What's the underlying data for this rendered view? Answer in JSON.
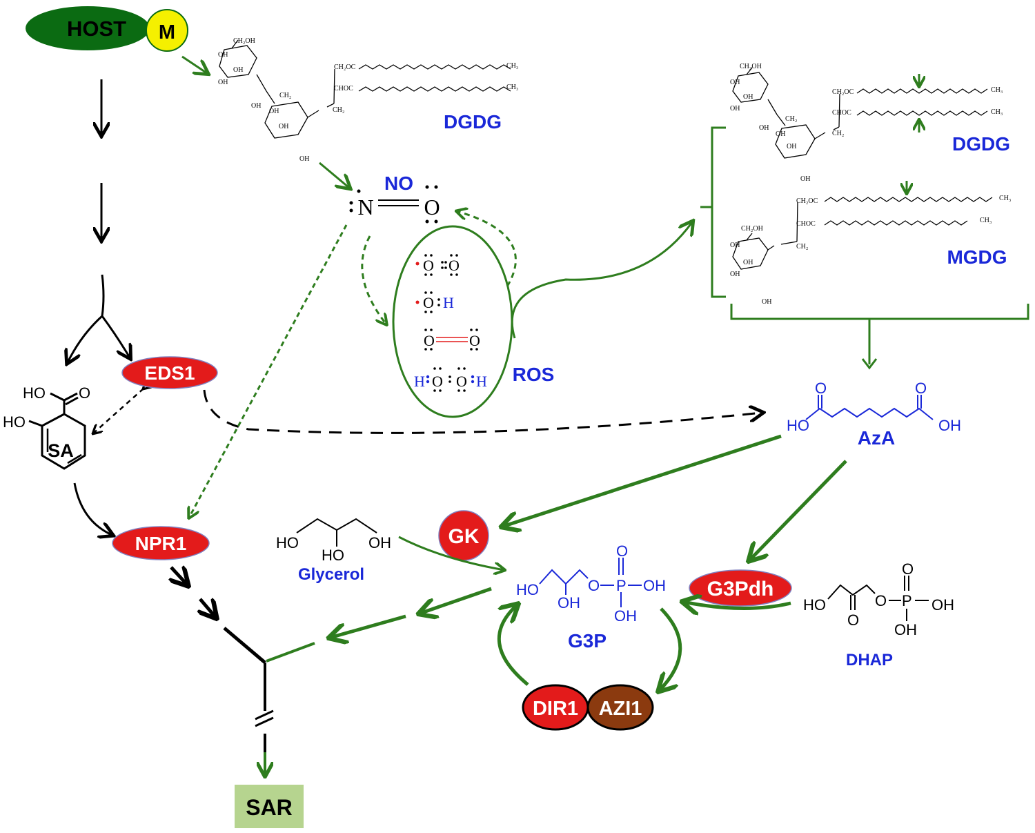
{
  "labels": {
    "host": "HOST",
    "m": "M",
    "dgdg_top": "DGDG",
    "dgdg_right": "DGDG",
    "mgdg": "MGDG",
    "no": "NO",
    "ros": "ROS",
    "eds1": "EDS1",
    "sa": "SA",
    "azA": "AzA",
    "npr1": "NPR1",
    "gk": "GK",
    "glycerol": "Glycerol",
    "g3p": "G3P",
    "g3pdh": "G3Pdh",
    "dhap": "DHAP",
    "dir1": "DIR1",
    "azi1": "AZI1",
    "sar": "SAR"
  },
  "atoms": {
    "n": "N",
    "o": "O",
    "h": "H",
    "ho": "HO",
    "oh": "OH",
    "p": "P",
    "ch2oh": "CH₂OH",
    "ch2": "CH₂",
    "ch2oc": "CH₂OC",
    "choc": "CHOC",
    "ch3": "CH₃"
  },
  "colors": {
    "green": "#2e7d1e",
    "dark_green": "#0b6b12",
    "red": "#e31b1b",
    "blue": "#1a28d8",
    "yellow": "#f5f000",
    "brown": "#8b3a0f",
    "sar_bg": "#b6d48f"
  }
}
